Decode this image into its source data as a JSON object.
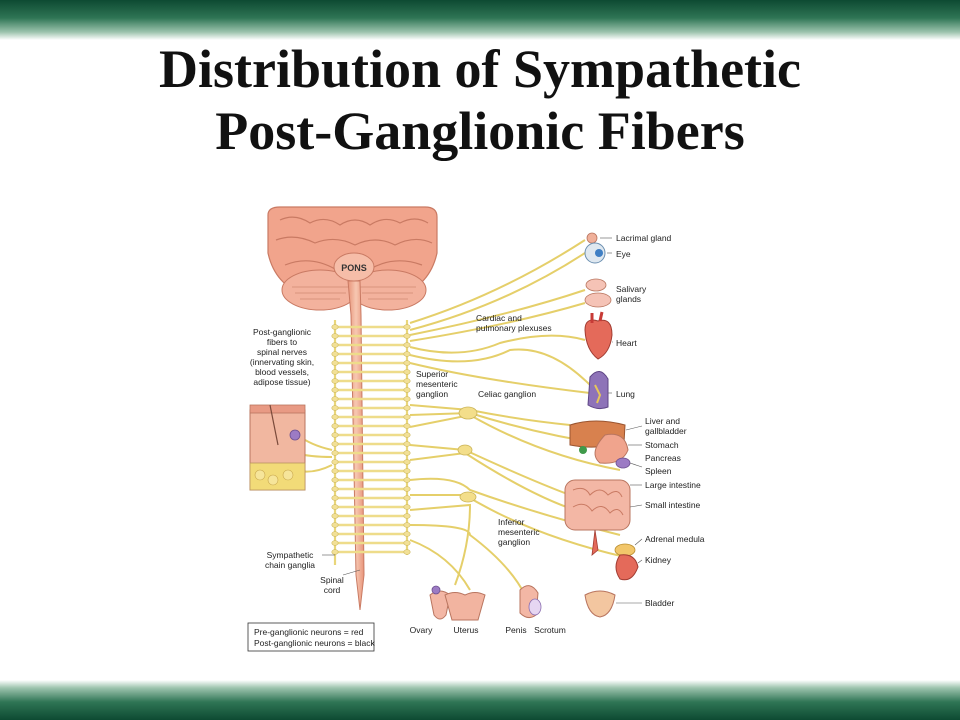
{
  "slide": {
    "title_line1": "Distribution of Sympathetic",
    "title_line2": "Post-Ganglionic Fibers"
  },
  "diagram": {
    "center_label": "PONS",
    "left_labels": {
      "post_ganglionic": [
        "Post-ganglionic",
        "fibers to",
        "spinal nerves",
        "(innervating skin,",
        "blood vessels,",
        "adipose tissue)"
      ],
      "sympathetic_chain": [
        "Sympathetic",
        "chain ganglia"
      ],
      "spinal_cord": [
        "Spinal",
        "cord"
      ]
    },
    "middle_labels": {
      "cardiac": [
        "Cardiac and",
        "pulmonary plexuses"
      ],
      "superior_mesenteric": [
        "Superior",
        "mesenteric",
        "ganglion"
      ],
      "celiac": [
        "Celiac ganglion"
      ],
      "inferior_mesenteric": [
        "Inferior",
        "mesenteric",
        "ganglion"
      ]
    },
    "organs": {
      "lacrimal": [
        "Lacrimal gland"
      ],
      "eye": [
        "Eye"
      ],
      "salivary": [
        "Salivary",
        "glands"
      ],
      "heart": [
        "Heart"
      ],
      "lung": [
        "Lung"
      ],
      "liver": [
        "Liver and",
        "gallbladder"
      ],
      "stomach": [
        "Stomach"
      ],
      "pancreas": [
        "Pancreas"
      ],
      "spleen": [
        "Spleen"
      ],
      "large_intestine": [
        "Large intestine"
      ],
      "small_intestine": [
        "Small intestine"
      ],
      "adrenal": [
        "Adrenal medula"
      ],
      "kidney": [
        "Kidney"
      ],
      "bladder": [
        "Bladder"
      ]
    },
    "bottom_labels": {
      "ovary": "Ovary",
      "uterus": "Uterus",
      "penis": "Penis",
      "scrotum": "Scrotum"
    },
    "legend": [
      "Pre-ganglionic neurons = red",
      "Post-ganglionic neurons = black"
    ]
  }
}
